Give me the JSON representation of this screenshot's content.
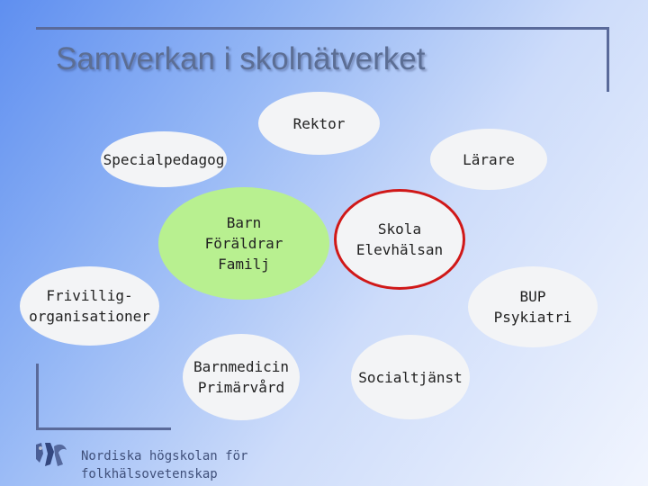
{
  "title": "Samverkan i skolnätverket",
  "nodes": {
    "rektor": "Rektor",
    "specialpedagog": "Specialpedagog",
    "larare": "Lärare",
    "barn": [
      "Barn",
      "Föräldrar",
      "Familj"
    ],
    "skola": [
      "Skola",
      "Elevhälsan"
    ],
    "frivillig": [
      "Frivillig-",
      "organisationer"
    ],
    "bup": [
      "BUP",
      "Psykiatri"
    ],
    "barnmedicin": [
      "Barnmedicin",
      "Primärvård"
    ],
    "socialtjanst": "Socialtjänst"
  },
  "footer": [
    "Nordiska högskolan för",
    "folkhälsovetenskap"
  ],
  "colors": {
    "center_node": "#b8f090",
    "highlight_border": "#d01818",
    "node_fill": "#f3f4f6",
    "title": "#5c6e94"
  }
}
